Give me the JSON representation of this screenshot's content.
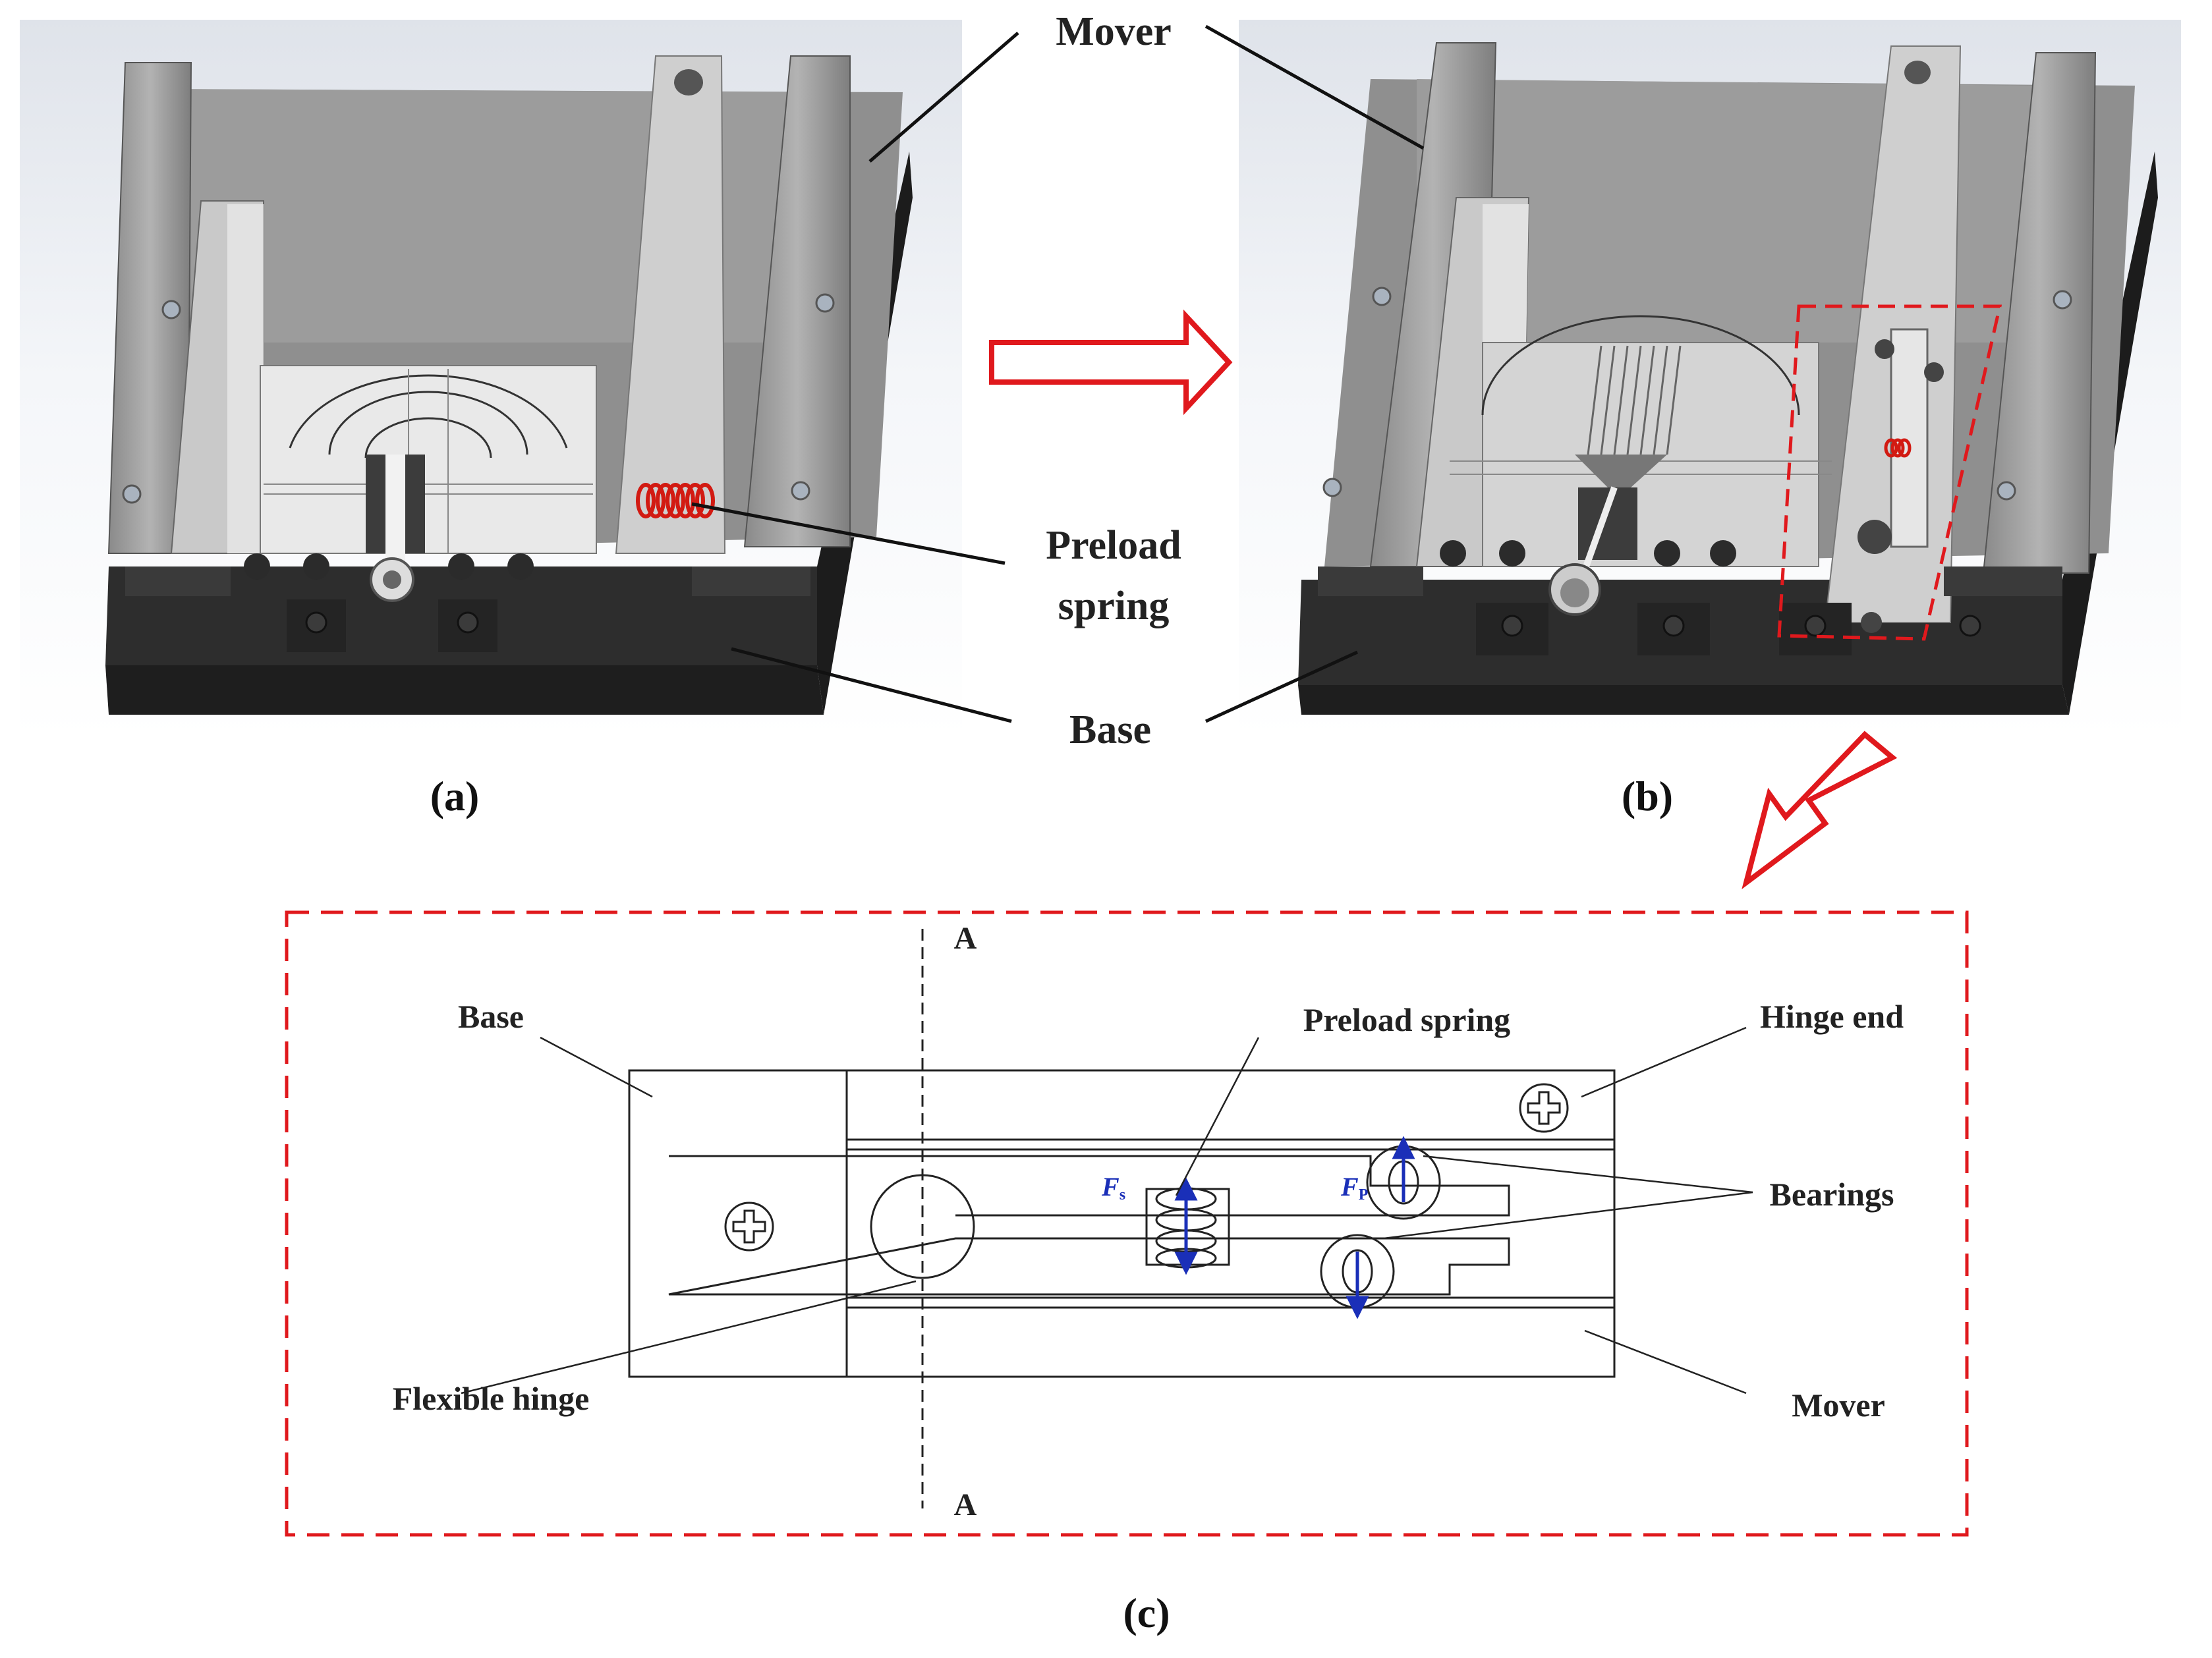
{
  "top_labels": {
    "mover": "Mover",
    "preload_spring": [
      "Preload",
      "spring"
    ],
    "base": "Base"
  },
  "subfigure_labels": {
    "a": "(a)",
    "b": "(b)",
    "c": "(c)"
  },
  "detail_labels": {
    "section_mark": "A",
    "base": "Base",
    "preload_spring": "Preload spring",
    "hinge_end": "Hinge end",
    "bearings": "Bearings",
    "flexible_hinge": "Flexible hinge",
    "mover": "Mover",
    "force_spring": {
      "symbol": "F",
      "subscript": "s"
    },
    "force_preload": {
      "symbol": "F",
      "subscript": "P"
    }
  },
  "colors": {
    "callout_red": "#e0191d",
    "force_blue": "#1a2fb8",
    "spring_red": "#d21a12"
  }
}
